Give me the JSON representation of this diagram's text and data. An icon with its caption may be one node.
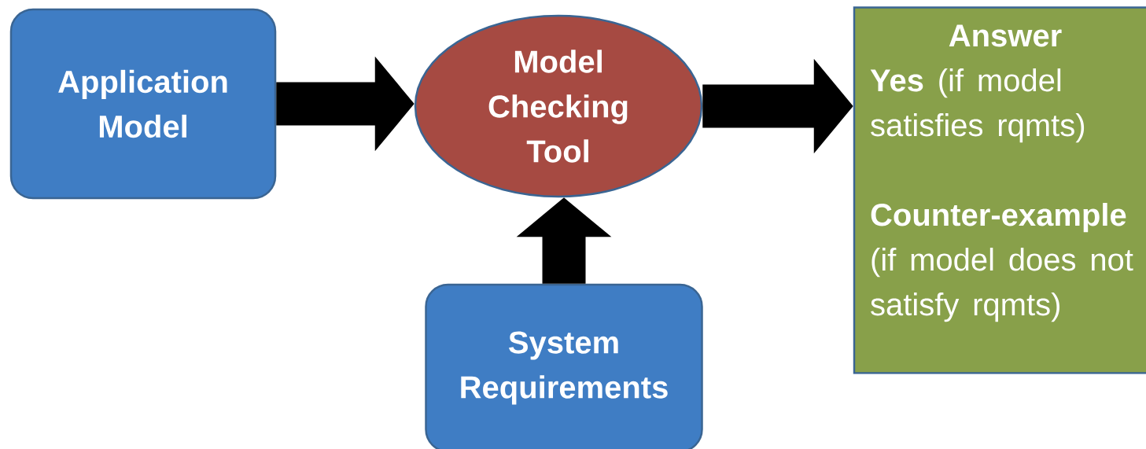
{
  "diagram": {
    "nodes": [
      {
        "text": [
          "Application Model"
        ]
      },
      {
        "text": [
          "Model Checking Tool"
        ]
      },
      {
        "text": [
          "System Requirements"
        ]
      },
      {
        "text": [
          "Answer",
          "**Yes** (if model satisfies rqmts)",
          "**Counter-example** (if model does not satisfy rqmts)"
        ]
      }
    ],
    "edges": [
      {
        "from": 0,
        "to": 1,
        "arrow": "to"
      },
      {
        "from": 1,
        "to": 3,
        "arrow": "to"
      },
      {
        "from": 2,
        "to": 1,
        "arrow": "to"
      }
    ]
  }
}
